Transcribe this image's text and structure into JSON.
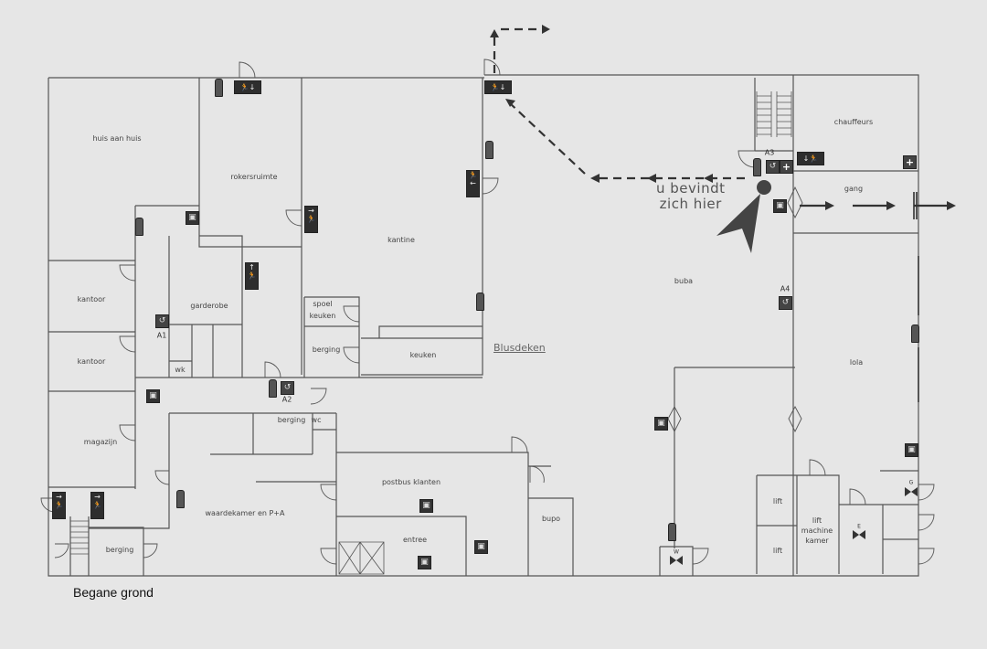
{
  "plan": {
    "floor_title": "Begane grond",
    "you_are_here": [
      "u bevindt",
      "zich hier"
    ],
    "blanket_label": "Blusdeken",
    "rooms": {
      "huis_aan_huis": "huis aan huis",
      "rokersruimte": "rokersruimte",
      "kantine": "kantine",
      "kantoor_1": "kantoor",
      "kantoor_2": "kantoor",
      "garderobe": "garderobe",
      "wk": "wk",
      "spoel_keuken": [
        "spoel",
        "keuken"
      ],
      "berging_kantine": "berging",
      "keuken": "keuken",
      "magazijn": "magazijn",
      "berging_middle": "berging",
      "wc": "wc",
      "waardekamer": "waardekamer en P+A",
      "postbus_klanten": "postbus klanten",
      "entree": "entree",
      "bupo": "bupo",
      "berging_bottom": "berging",
      "chauffeurs": "chauffeurs",
      "gang": "gang",
      "buba": "buba",
      "lola": "lola",
      "lift_1": "lift",
      "lift_2": "lift",
      "lift_machine_kamer": [
        "lift",
        "machine",
        "kamer"
      ]
    },
    "hose_reels": [
      "A1",
      "A2",
      "A3",
      "A4"
    ],
    "valve_labels": [
      "W",
      "E",
      "G"
    ],
    "colors": {
      "wall": "#555555",
      "icon": "#333333",
      "route": "#333333",
      "background": "#e6e6e6"
    }
  }
}
